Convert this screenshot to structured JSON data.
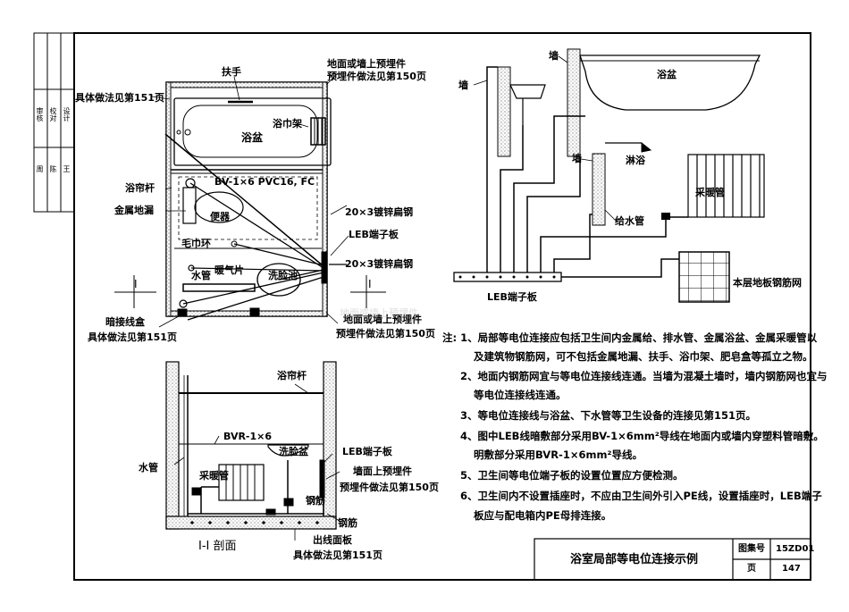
{
  "title_block": {
    "title": "浴室局部等电位连接示例",
    "atlas_label": "图集号",
    "atlas_value": "15ZD01",
    "page_label": "页",
    "page_value": "147"
  },
  "side_strip": {
    "rows": [
      [
        "审核",
        "校对",
        "设计"
      ],
      [
        "周",
        "陈",
        "王"
      ]
    ]
  },
  "plan_labels": {
    "handrail": "扶手",
    "embedded_top": "地面或墙上预埋件",
    "embedded_top_ref": "预埋件做法见第150页",
    "detail_ref_tl": "具体做法见第151页",
    "bathtub": "浴盆",
    "towel_rack": "浴巾架",
    "curtain_rod": "浴帘杆",
    "floor_drain": "金属地漏",
    "wire_spec": "BV-1×6 PVC16, FC",
    "toilet": "便器",
    "flat_steel_1": "20×3镀锌扁钢",
    "leb_board": "LEB端子板",
    "towel_ring": "毛巾环",
    "water_pipe": "水管",
    "heating_fin": "暖气片",
    "basin": "洗脸池",
    "flat_steel_2": "20×3镀锌扁钢",
    "section_mark_left": "I",
    "section_mark_right": "I",
    "embedded_bottom": "地面或墙上预埋件",
    "embedded_bottom_ref": "预埋件做法见第150页",
    "junction_box": "暗接线盒",
    "detail_ref_bl": "具体做法见第151页"
  },
  "section_labels": {
    "curtain_rod": "浴帘杆",
    "wire_spec": "BVR-1×6",
    "leb_board": "LEB端子板",
    "water_pipe": "水管",
    "heating_pipe": "采暖管",
    "basin": "洗脸盆",
    "embedded_wall": "墙面上预埋件",
    "embedded_ref": "预埋件做法见第150页",
    "rebar_1": "钢筋",
    "rebar_2": "钢筋",
    "outlet_panel": "出线面板",
    "detail_ref": "具体做法见第151页",
    "section_title": "I-I 剖面"
  },
  "schematic_labels": {
    "wall_1": "墙",
    "wall_2": "墙",
    "bathtub": "浴盆",
    "wall_3": "墙",
    "shower": "淋浴",
    "heating_pipe": "采暖管",
    "supply_pipe": "给水管",
    "leb_board": "LEB端子板",
    "floor_mesh": "本层地板钢筋网"
  },
  "notes": [
    "注: 1、局部等电位连接应包括卫生间内金属给、排水管、金属浴盆、金属采暖管以",
    "及建筑物钢筋网，可不包括金属地漏、扶手、浴巾架、肥皂盒等孤立之物。",
    "2、地面内钢筋网宜与等电位连接线连通。当墙为混凝土墙时，墙内钢筋网也宜与",
    "等电位连接线连通。",
    "3、等电位连接线与浴盆、下水管等卫生设备的连接见第151页。",
    "4、图中LEB线暗敷部分采用BV-1×6mm²导线在地面内或墙内穿塑料管暗敷。",
    "明敷部分采用BVR-1×6mm²导线。",
    "5、卫生间等电位端子板的设置位置应方便检测。",
    "6、卫生间内不设置插座时，不应由卫生间外引入PE线，设置插座时，LEB端子",
    "板应与配电箱内PE母排连接。"
  ],
  "watermark": "地面或墙上预埋件"
}
